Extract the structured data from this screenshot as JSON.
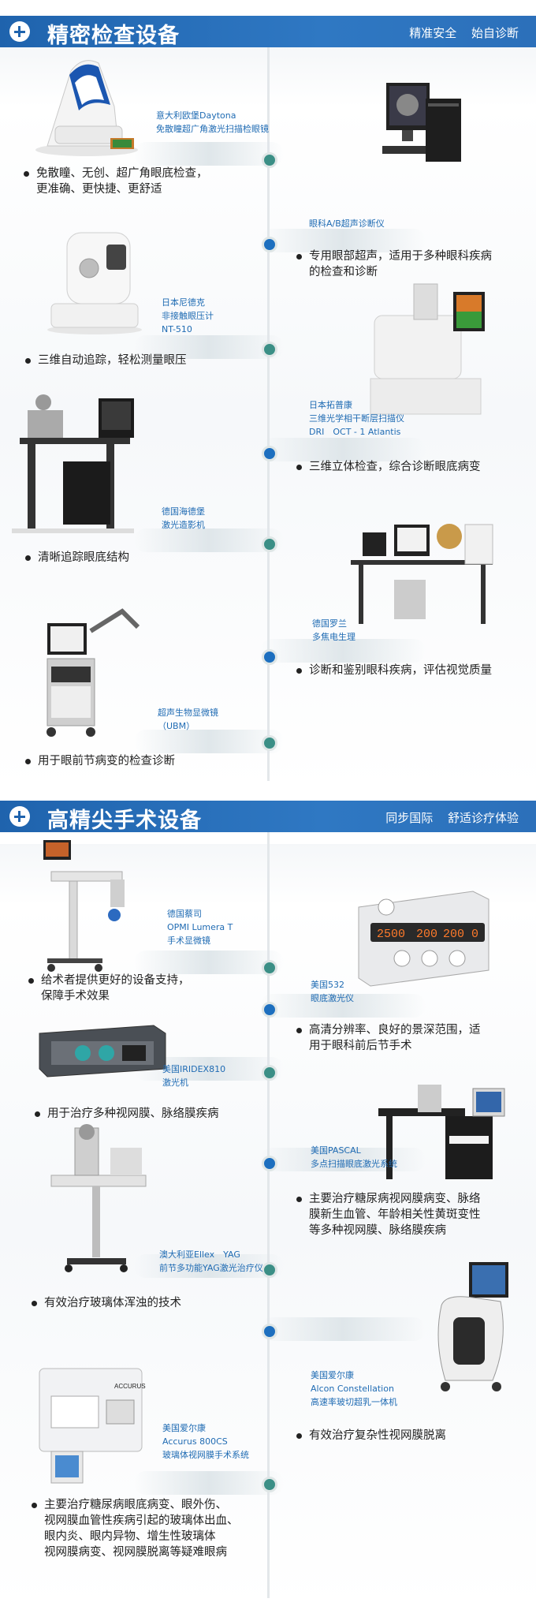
{
  "section1": {
    "title": "精密检查设备",
    "slogan": "精准安全 始自诊断",
    "items": [
      {
        "caption": "意大利欧堡Daytona\n免散瞳超广角激光扫描检眼镜",
        "desc": "免散瞳、无创、超广角眼底检查，\n更准确、更快捷、更舒适"
      },
      {
        "caption": "眼科A/B超声诊断仪",
        "desc": "专用眼部超声，适用于多种眼科疾病\n的检查和诊断"
      },
      {
        "caption": "日本尼德克\n非接触眼压计\nNT-510",
        "desc": "三维自动追踪，轻松测量眼压"
      },
      {
        "caption": "日本拓普康\n三维光学相干断层扫描仪\nDRI　OCT - 1 Atlantis",
        "desc": "三维立体检查，综合诊断眼底病变"
      },
      {
        "caption": "德国海德堡\n激光造影机",
        "desc": "清晰追踪眼底结构"
      },
      {
        "caption": "德国罗兰\n多焦电生理",
        "desc": "诊断和鉴别眼科疾病，评估视觉质量"
      },
      {
        "caption": "超声生物显微镜\n（UBM）",
        "desc": "用于眼前节病变的检查诊断"
      }
    ]
  },
  "section2": {
    "title": "高精尖手术设备",
    "slogan": "同步国际 舒适诊疗体验",
    "items": [
      {
        "caption": "德国蔡司\nOPMI Lumera T\n手术显微镜",
        "desc": "给术者提供更好的设备支持，\n保障手术效果"
      },
      {
        "caption": "美国532\n眼底激光仪",
        "desc": "高清分辨率、良好的景深范围，适\n用于眼科前后节手术"
      },
      {
        "caption": "美国IRIDEX810\n激光机",
        "desc": "用于治疗多种视网膜、脉络膜疾病"
      },
      {
        "caption": "美国PASCAL\n多点扫描眼底激光系统",
        "desc": "主要治疗糖尿病视网膜病变、脉络\n膜新生血管、年龄相关性黄斑变性\n等多种视网膜、脉络膜疾病"
      },
      {
        "caption": "澳大利亚Ellex　YAG\n前节多功能YAG激光治疗仪",
        "desc": "有效治疗玻璃体浑浊的技术"
      },
      {
        "caption": "美国爱尔康\nAlcon Constellation\n高速率玻切超乳一体机",
        "desc": "有效治疗复杂性视网膜脱离"
      },
      {
        "caption": "美国爱尔康\nAccurus 800CS\n玻璃体视网膜手术系统",
        "desc": "主要治疗糖尿病眼底病变、眼外伤、\n视网膜血管性疾病引起的玻璃体出血、\n眼内炎、眼内异物、增生性玻璃体\n视网膜病变、视网膜脱离等疑难眼病"
      }
    ],
    "device_labels": {
      "laser532_display": [
        "2500",
        "200",
        "200",
        "0"
      ],
      "accurus_brand": "ACCURUS"
    }
  },
  "colors": {
    "header": "#1f63ad",
    "caption": "#1f6bb3",
    "node": "#3b8f86"
  }
}
